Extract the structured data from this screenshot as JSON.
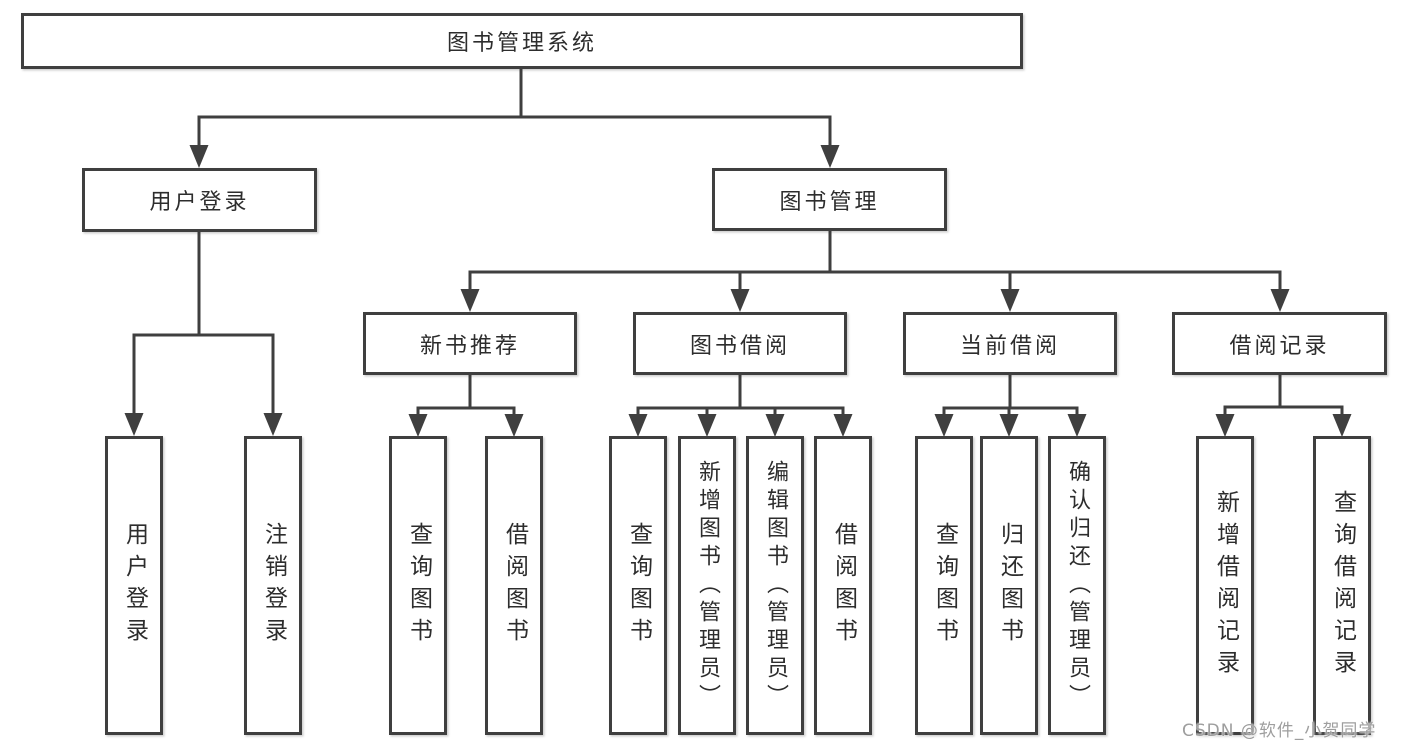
{
  "root": "图书管理系统",
  "tree": {
    "user_login": {
      "label": "用户登录",
      "children": [
        "用户登录",
        "注销登录"
      ]
    },
    "book_mgmt": {
      "label": "图书管理",
      "children": {
        "new_book": {
          "label": "新书推荐",
          "children": [
            "查询图书",
            "借阅图书"
          ]
        },
        "borrow": {
          "label": "图书借阅",
          "children": [
            "查询图书",
            "新增图书（管理员）",
            "编辑图书（管理员）",
            "借阅图书"
          ]
        },
        "current": {
          "label": "当前借阅",
          "children": [
            "查询图书",
            "归还图书",
            "确认归还（管理员）"
          ]
        },
        "records": {
          "label": "借阅记录",
          "children": [
            "新增借阅记录",
            "查询借阅记录"
          ]
        }
      }
    }
  },
  "watermark": "CSDN @软件_小贺同学",
  "colors": {
    "line": "#3f3f3f",
    "text": "#2d2d2d",
    "watermark": "#9e9e9e",
    "background": "#ffffff"
  }
}
